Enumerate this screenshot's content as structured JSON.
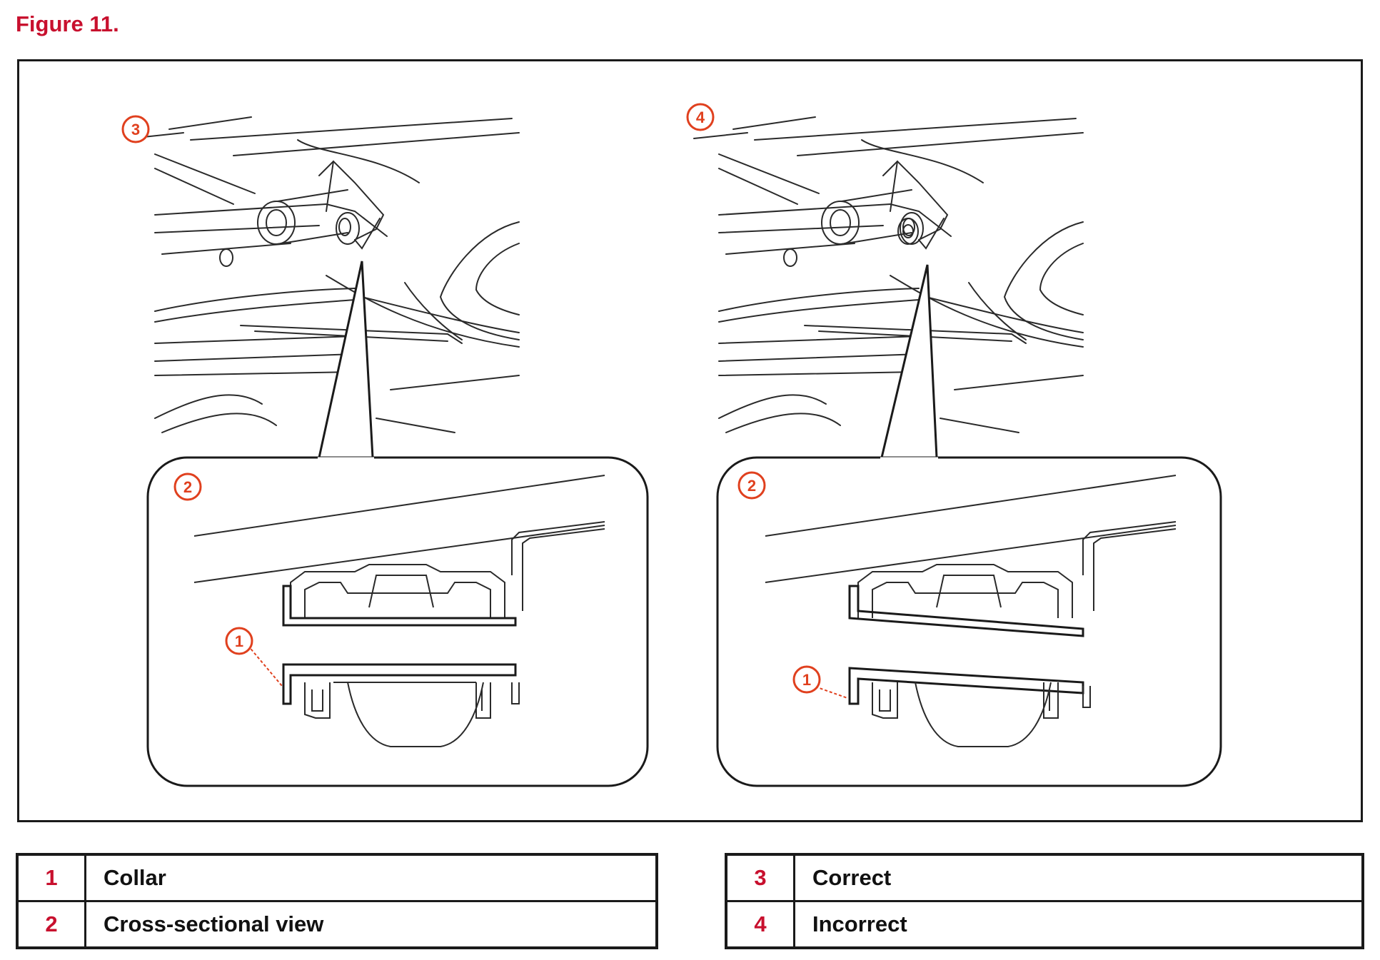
{
  "figure": {
    "title": "Figure 11."
  },
  "callouts": {
    "collar": "1",
    "cross_section": "2",
    "correct": "3",
    "incorrect": "4"
  },
  "legend_left": [
    {
      "num": "1",
      "text": "Collar"
    },
    {
      "num": "2",
      "text": "Cross-sectional view"
    }
  ],
  "legend_right": [
    {
      "num": "3",
      "text": "Correct"
    },
    {
      "num": "4",
      "text": "Incorrect"
    }
  ],
  "colors": {
    "accent": "#c8102e",
    "callout": "#e0401e",
    "line": "#1a1a1a"
  }
}
